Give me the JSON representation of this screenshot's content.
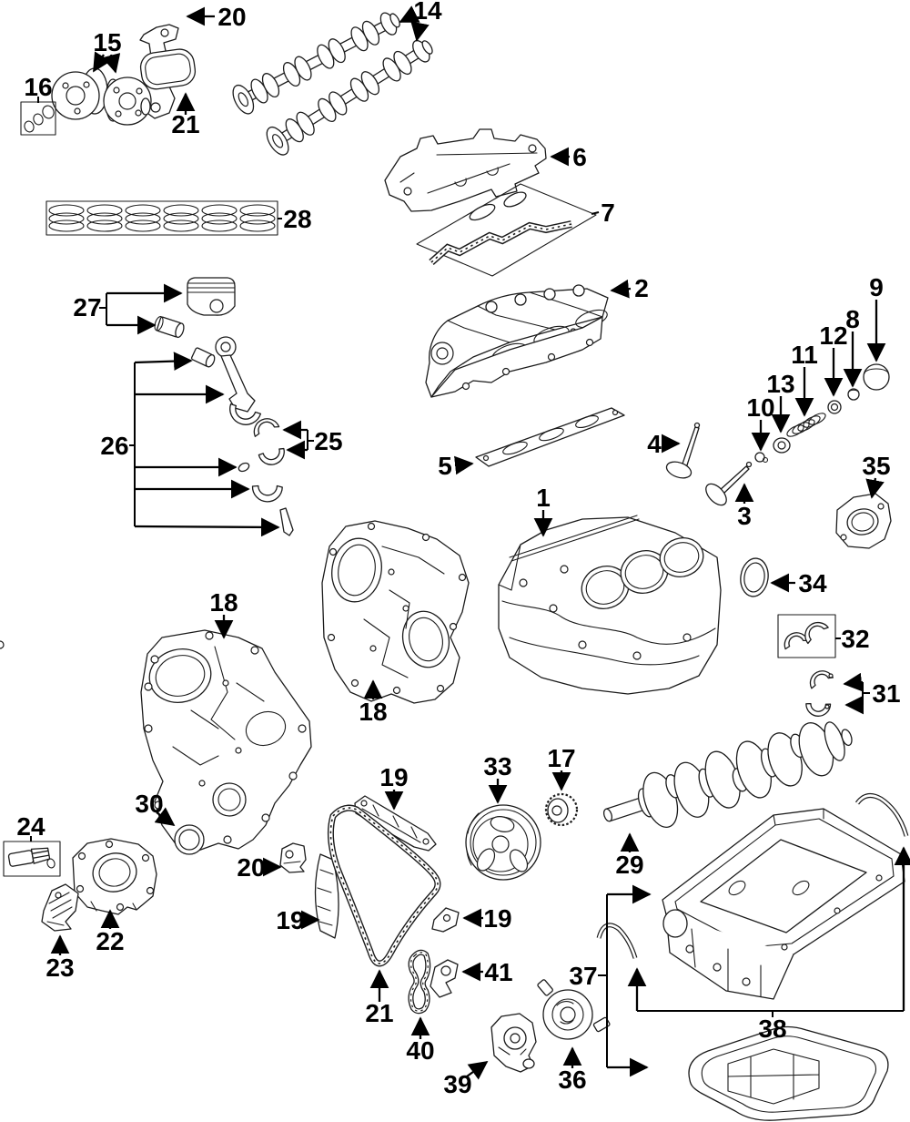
{
  "diagram": {
    "background_color": "#ffffff",
    "line_color": "#000000",
    "callouts": {
      "c1": {
        "label": "1"
      },
      "c2": {
        "label": "2"
      },
      "c3": {
        "label": "3"
      },
      "c4": {
        "label": "4"
      },
      "c5": {
        "label": "5"
      },
      "c6": {
        "label": "6"
      },
      "c7": {
        "label": "7"
      },
      "c8": {
        "label": "8"
      },
      "c9": {
        "label": "9"
      },
      "c10": {
        "label": "10"
      },
      "c11": {
        "label": "11"
      },
      "c12": {
        "label": "12"
      },
      "c13": {
        "label": "13"
      },
      "c14": {
        "label": "14"
      },
      "c15": {
        "label": "15"
      },
      "c16": {
        "label": "16"
      },
      "c17": {
        "label": "17"
      },
      "c18a": {
        "label": "18"
      },
      "c18b": {
        "label": "18"
      },
      "c19a": {
        "label": "19"
      },
      "c19b": {
        "label": "19"
      },
      "c19c": {
        "label": "19"
      },
      "c20a": {
        "label": "20"
      },
      "c20b": {
        "label": "20"
      },
      "c21a": {
        "label": "21"
      },
      "c21b": {
        "label": "21"
      },
      "c22": {
        "label": "22"
      },
      "c23": {
        "label": "23"
      },
      "c24": {
        "label": "24"
      },
      "c25": {
        "label": "25"
      },
      "c26": {
        "label": "26"
      },
      "c27": {
        "label": "27"
      },
      "c28": {
        "label": "28"
      },
      "c29": {
        "label": "29"
      },
      "c30": {
        "label": "30"
      },
      "c31": {
        "label": "31"
      },
      "c32": {
        "label": "32"
      },
      "c33": {
        "label": "33"
      },
      "c34": {
        "label": "34"
      },
      "c35": {
        "label": "35"
      },
      "c36": {
        "label": "36"
      },
      "c37": {
        "label": "37"
      },
      "c38": {
        "label": "38"
      },
      "c39": {
        "label": "39"
      },
      "c40": {
        "label": "40"
      },
      "c41": {
        "label": "41"
      }
    }
  }
}
